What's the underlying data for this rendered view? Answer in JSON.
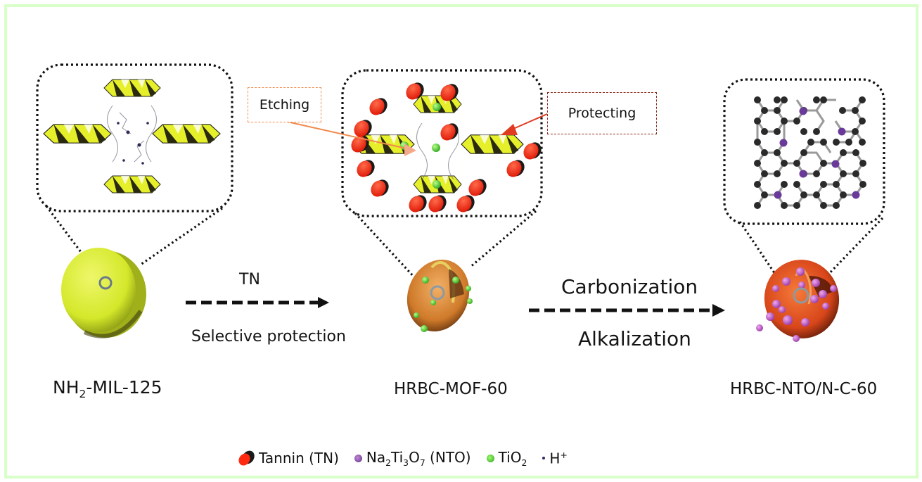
{
  "figure": {
    "frame_color": "#d8ffc8",
    "stages": [
      {
        "id": "stage-1",
        "name": "NH2-MIL-125",
        "label_main": "NH",
        "label_sub": "2",
        "label_rest": "-MIL-125",
        "particle_color": "#d8ec2a"
      },
      {
        "id": "stage-2",
        "name": "HRBC-MOF-60",
        "label": "HRBC-MOF-60",
        "particle_color": "#d9822e"
      },
      {
        "id": "stage-3",
        "name": "HRBC-NTO/N-C-60",
        "label": "HRBC-NTO/N-C-60",
        "particle_color": "#e0521e"
      }
    ],
    "steps": [
      {
        "id": "step-1",
        "above": "TN",
        "below": "Selective protection"
      },
      {
        "id": "step-2",
        "above": "Carbonization",
        "below": "Alkalization"
      }
    ],
    "callouts": [
      {
        "id": "etching",
        "text": "Etching",
        "border_color": "#f08a4b"
      },
      {
        "id": "protecting",
        "text": "Protecting",
        "border_color": "#8a2a1a"
      }
    ],
    "legend": [
      {
        "id": "tannin",
        "text": "Tannin (TN)",
        "color": "#ff2a10"
      },
      {
        "id": "nto",
        "text_main": "Na",
        "sub1": "2",
        "mid1": "Ti",
        "sub2": "3",
        "mid2": "O",
        "sub3": "7",
        "rest": " (NTO)",
        "color": "#7a3aa0"
      },
      {
        "id": "tio2",
        "text_main": "TiO",
        "sub": "2",
        "color": "#3fcf2a"
      },
      {
        "id": "h",
        "text_main": "H",
        "sup": "+",
        "color": "#2a2a6a"
      }
    ]
  }
}
